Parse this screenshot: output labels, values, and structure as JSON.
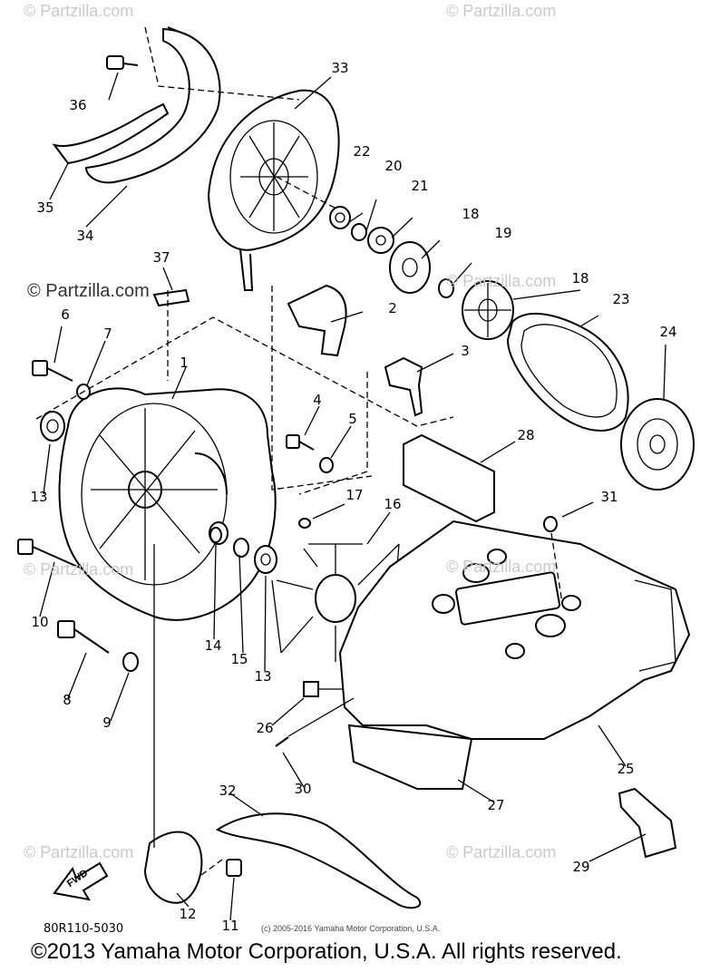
{
  "diagram_code": "80R110-5030",
  "copyright_small": "(c) 2005-2016 Yamaha Motor Corporation, U.S.A.",
  "copyright_main": "©2013 Yamaha Motor Corporation, U.S.A. All rights reserved.",
  "watermarks": {
    "main": "© Partzilla.com",
    "faint": "© Partzilla.com"
  },
  "fwd_label": "FWD",
  "callouts": {
    "c36": "36",
    "c33": "33",
    "c22": "22",
    "c20": "20",
    "c21": "21",
    "c18a": "18",
    "c19": "19",
    "c18b": "18",
    "c35": "35",
    "c34": "34",
    "c37": "37",
    "c6": "6",
    "c7": "7",
    "c1": "1",
    "c2": "2",
    "c3": "3",
    "c23": "23",
    "c24": "24",
    "c4": "4",
    "c5": "5",
    "c28": "28",
    "c13a": "13",
    "c17": "17",
    "c16": "16",
    "c31": "31",
    "c10": "10",
    "c14": "14",
    "c15": "15",
    "c13b": "13",
    "c8": "8",
    "c9": "9",
    "c26": "26",
    "c25": "25",
    "c30": "30",
    "c27": "27",
    "c32": "32",
    "c29": "29",
    "c12": "12",
    "c11": "11"
  }
}
